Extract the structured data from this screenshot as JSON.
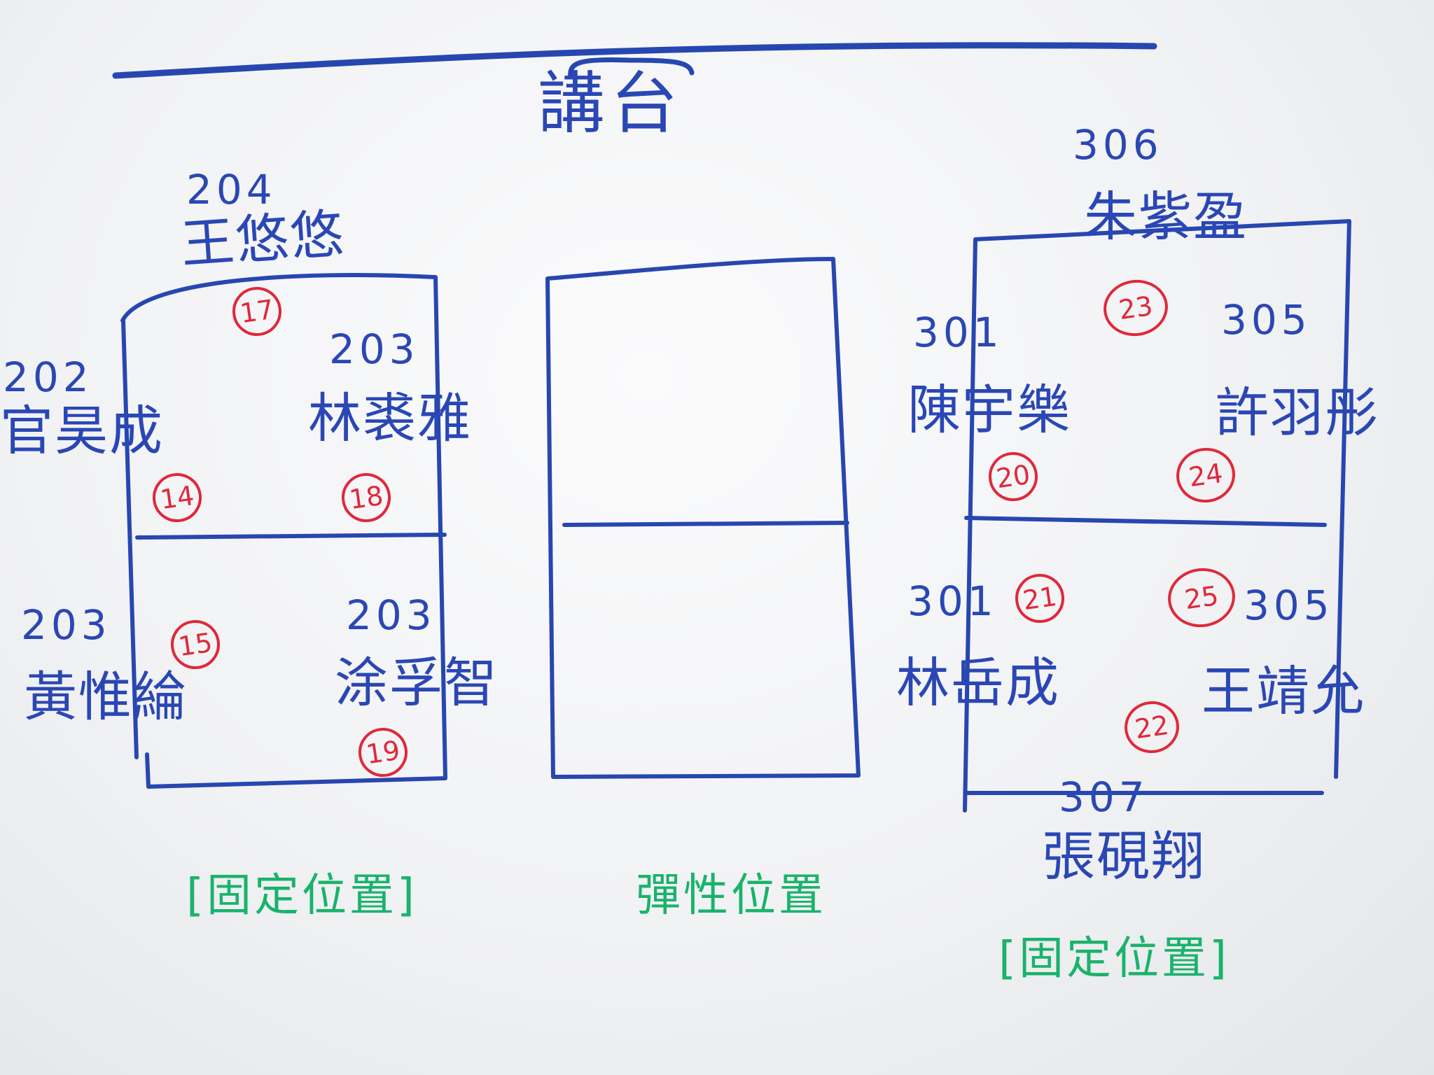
{
  "title": "講台",
  "left_group": {
    "caption": "[固定位置]",
    "students": [
      {
        "room": "204",
        "name": "王悠悠",
        "seat": "17"
      },
      {
        "room": "202",
        "name": "官昊成",
        "seat": "14"
      },
      {
        "room": "203",
        "name": "林裘雅",
        "seat": "18"
      },
      {
        "room": "203",
        "name": "黃惟綸",
        "seat": "15"
      },
      {
        "room": "203",
        "name": "涂孚智",
        "seat": "19"
      }
    ]
  },
  "middle_group": {
    "caption": "彈性位置"
  },
  "right_group": {
    "caption": "[固定位置]",
    "students": [
      {
        "room": "306",
        "name": "朱紫盈",
        "seat": "23"
      },
      {
        "room": "301",
        "name": "陳宇樂",
        "seat": "20"
      },
      {
        "room": "305",
        "name": "許羽彤",
        "seat": "24"
      },
      {
        "room": "301",
        "name": "林岳成",
        "seat": "21"
      },
      {
        "room": "305",
        "name": "王靖允",
        "seat": "25"
      },
      {
        "room": "307",
        "name": "張硯翔",
        "seat": "22"
      }
    ]
  },
  "colors": {
    "ink_blue": "#2a47b4",
    "ink_red": "#e0283a",
    "ink_green": "#19b36b"
  }
}
